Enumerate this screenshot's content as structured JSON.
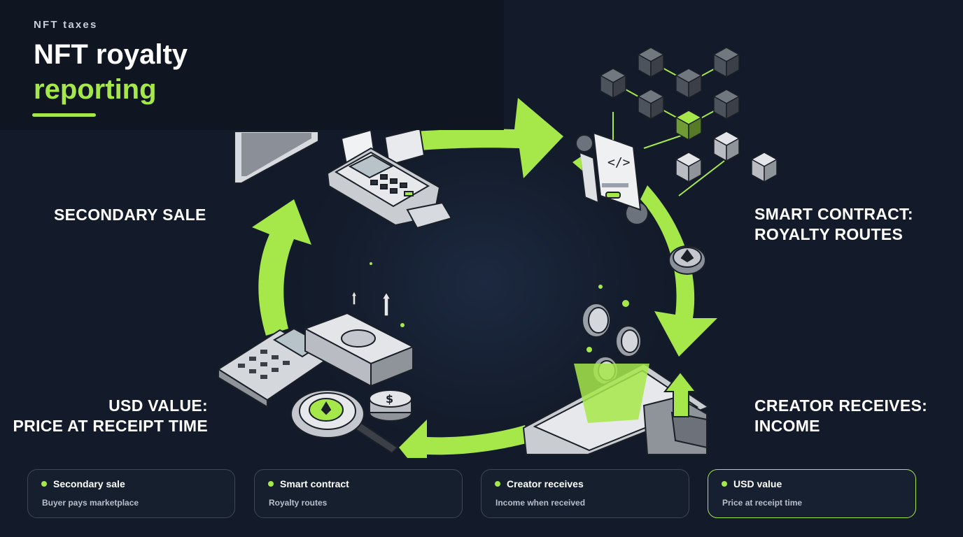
{
  "header": {
    "eyebrow": "NFT taxes",
    "title_line1": "NFT royalty",
    "title_line2": "reporting"
  },
  "stages": {
    "secondary_sale": [
      "SECONDARY SALE"
    ],
    "smart_contract": [
      "SMART CONTRACT:",
      "ROYALTY ROUTES"
    ],
    "creator_receives": [
      "CREATOR RECEIVES:",
      "INCOME"
    ],
    "usd_value": [
      "USD VALUE:",
      "PRICE AT RECEIPT TIME"
    ]
  },
  "cards": [
    {
      "title": "Secondary sale",
      "subtitle": "Buyer pays marketplace",
      "active": false
    },
    {
      "title": "Smart contract",
      "subtitle": "Royalty routes",
      "active": false
    },
    {
      "title": "Creator receives",
      "subtitle": "Income when received",
      "active": false
    },
    {
      "title": "USD value",
      "subtitle": "Price at receipt time",
      "active": true
    }
  ],
  "colors": {
    "accent": "#a6e84a",
    "background": "#131b2a",
    "card_border": "#3e4756"
  },
  "icons": [
    "payment-terminal-icon",
    "smart-contract-icon",
    "blockchain-cubes-icon",
    "wallet-icon",
    "tablet-icon",
    "coin-icon",
    "calculator-icon",
    "cash-stack-icon",
    "magnifier-icon",
    "cycle-arrow-icon"
  ]
}
